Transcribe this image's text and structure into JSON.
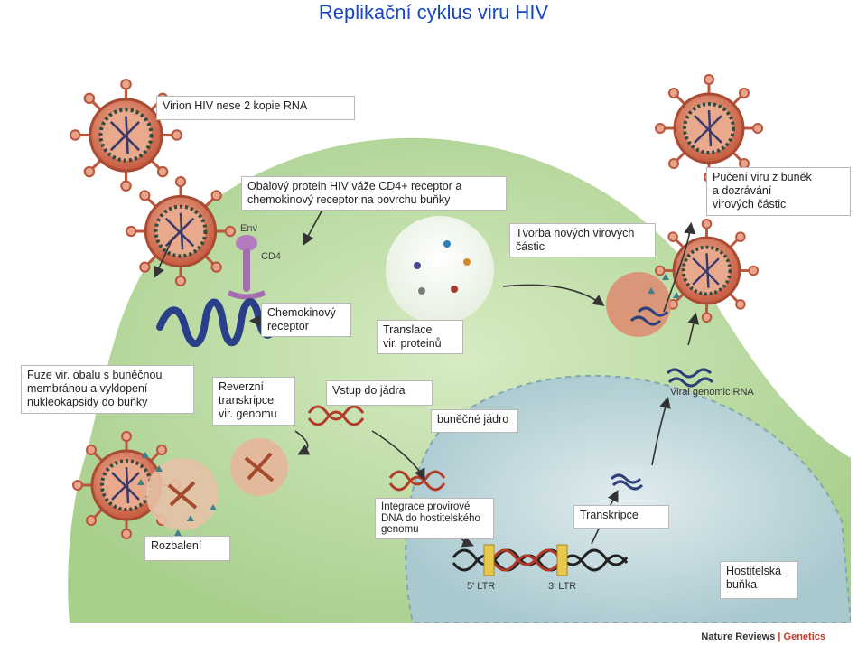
{
  "title": "Replikační cyklus viru HIV",
  "colors": {
    "title": "#1646c8",
    "cell": "#c7dfb3",
    "nucleus": "#c9dde0",
    "virus": "#d57a5f",
    "rna": "#2c3f7a",
    "dna": "#b33a2a"
  },
  "labels": {
    "virion": "Virion HIV nese 2 kopie RNA",
    "binding": [
      "Obalový protein HIV  váže CD4+ receptor a",
      "chemokinový  receptor na povrchu buňky"
    ],
    "budding": [
      "Pučení viru z buněk",
      "a dozrávání",
      "virových částic"
    ],
    "assembly": [
      "Tvorba nových virových",
      " částic"
    ],
    "chemokine": [
      "Chemokinový",
      "receptor"
    ],
    "translation": [
      "Translace",
      "vir. proteinů"
    ],
    "fusion": [
      "Fuze vir. obalu s buněčnou",
      "membránou a vyklopení",
      "nukleokapsidy do buňky"
    ],
    "rt": [
      "Reverzní",
      "transkripce",
      "vir. genomu"
    ],
    "nuclear_entry": "Vstup do jádra",
    "nucleus": "buněčné jádro",
    "integration": [
      "Integrace provirové",
      "DNA do hostitelského",
      "genomu"
    ],
    "transcription": "Transkripce",
    "uncoating": "Rozbalení",
    "host": [
      "Hostitelská",
      " buňka"
    ]
  },
  "figure_text": {
    "env": "Env",
    "cd4": "CD4",
    "viral_rna": "Viral genomic RNA",
    "ltr5": "5' LTR",
    "ltr3": "3' LTR"
  },
  "credit": {
    "publisher": "Nature Reviews",
    "separator": " | ",
    "journal": "Genetics"
  }
}
